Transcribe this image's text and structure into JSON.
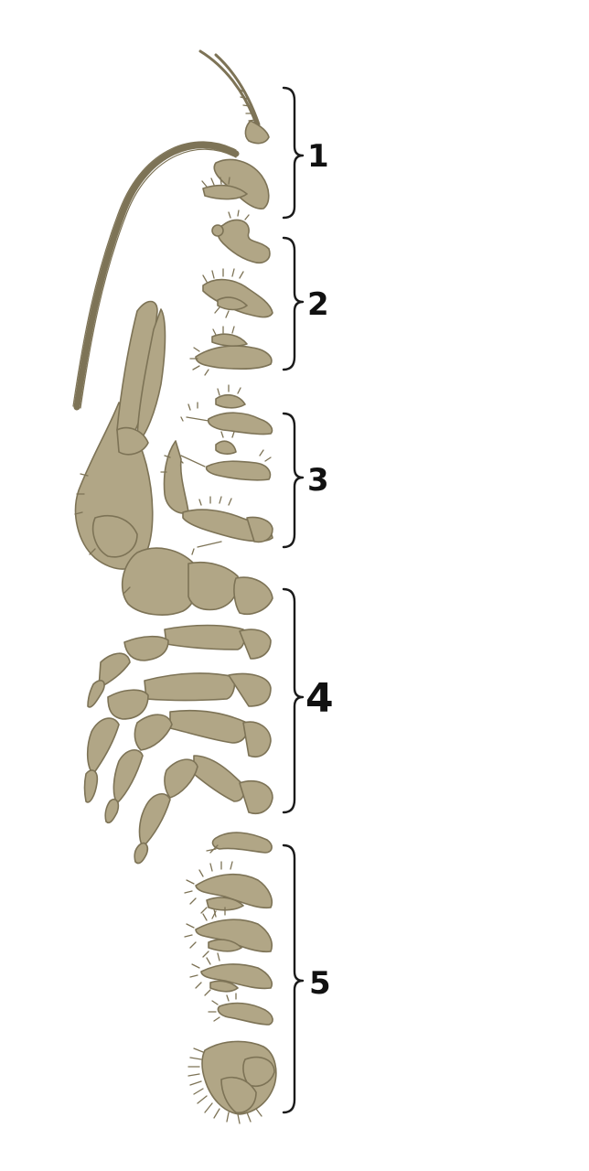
{
  "groups": [
    {
      "label": "1"
    },
    {
      "label": "2"
    },
    {
      "label": "3"
    },
    {
      "label": "4"
    },
    {
      "label": "5"
    }
  ],
  "colors": {
    "appendage_fill": "#b1a686",
    "appendage_outline": "#7d7356",
    "brace": "#1a1a1a",
    "label": "#111111",
    "background": "#ffffff"
  }
}
